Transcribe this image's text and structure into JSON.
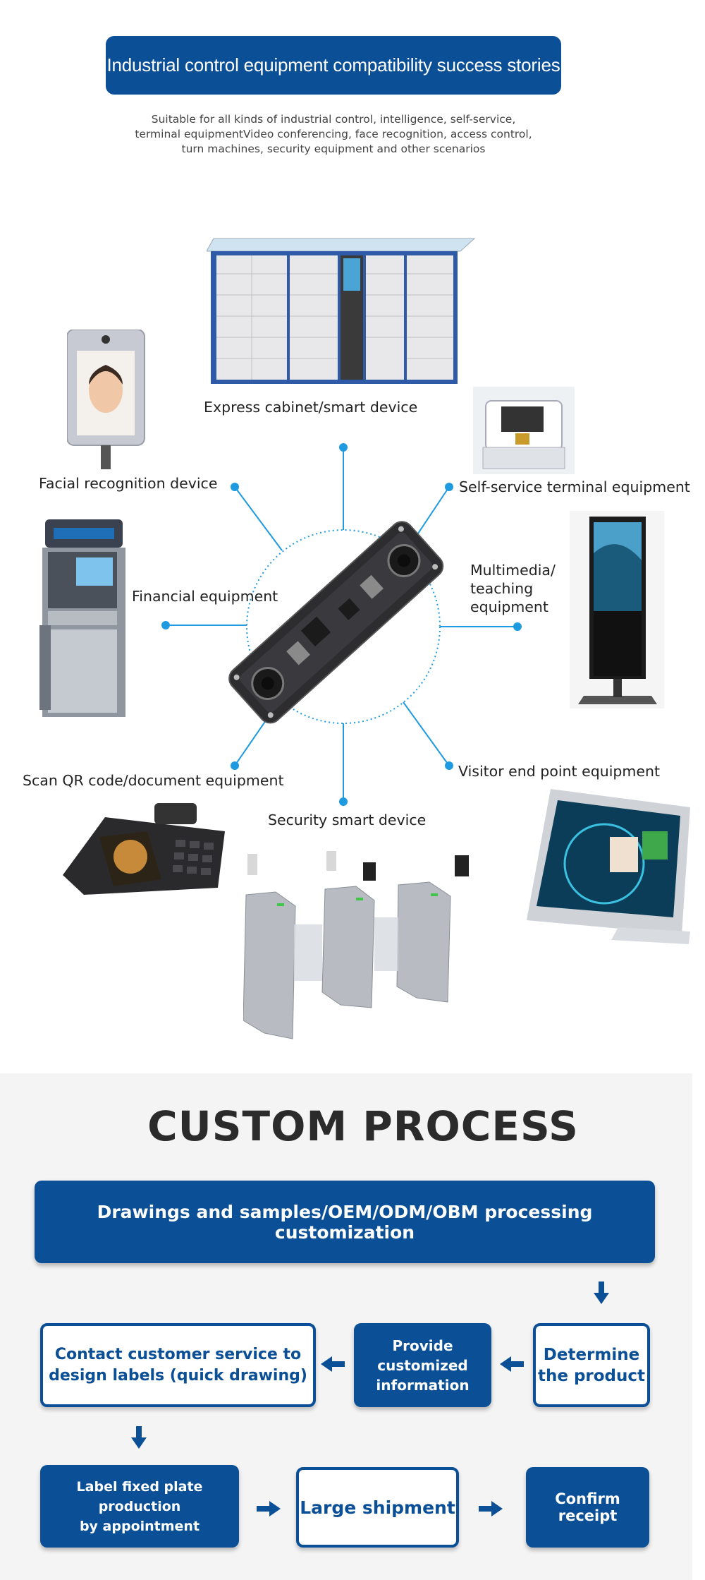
{
  "header": {
    "banner_title": "Industrial control equipment compatibility success stories",
    "subtitle_lines": [
      "Suitable for all kinds of industrial control, intelligence, self-service,",
      "terminal equipmentVideo conferencing, face recognition, access control,",
      "turn machines, security equipment and other scenarios"
    ]
  },
  "devices": {
    "express": "Express cabinet/smart device",
    "facial": "Facial recognition device",
    "self_service": "Self-service terminal equipment",
    "multimedia_lines": [
      "Multimedia/",
      "teaching",
      "equipment"
    ],
    "financial": "Financial equipment",
    "scan_qr": "Scan QR code/document equipment",
    "visitor": "Visitor end point equipment",
    "security": "Security smart device"
  },
  "process": {
    "title": "CUSTOM PROCESS",
    "step_main": "Drawings and samples/OEM/ODM/OBM processing customization",
    "step_determine": [
      "Determine",
      "the product"
    ],
    "step_provide": [
      "Provide customized",
      "information"
    ],
    "step_contact": [
      "Contact customer service to",
      "design labels (quick drawing)"
    ],
    "step_label": [
      "Label fixed plate production",
      "by appointment"
    ],
    "step_shipment": "Large shipment",
    "step_confirm": "Confirm receipt"
  },
  "colors": {
    "brand_blue": "#0b4f96",
    "hub_blue": "#1e9be0"
  }
}
